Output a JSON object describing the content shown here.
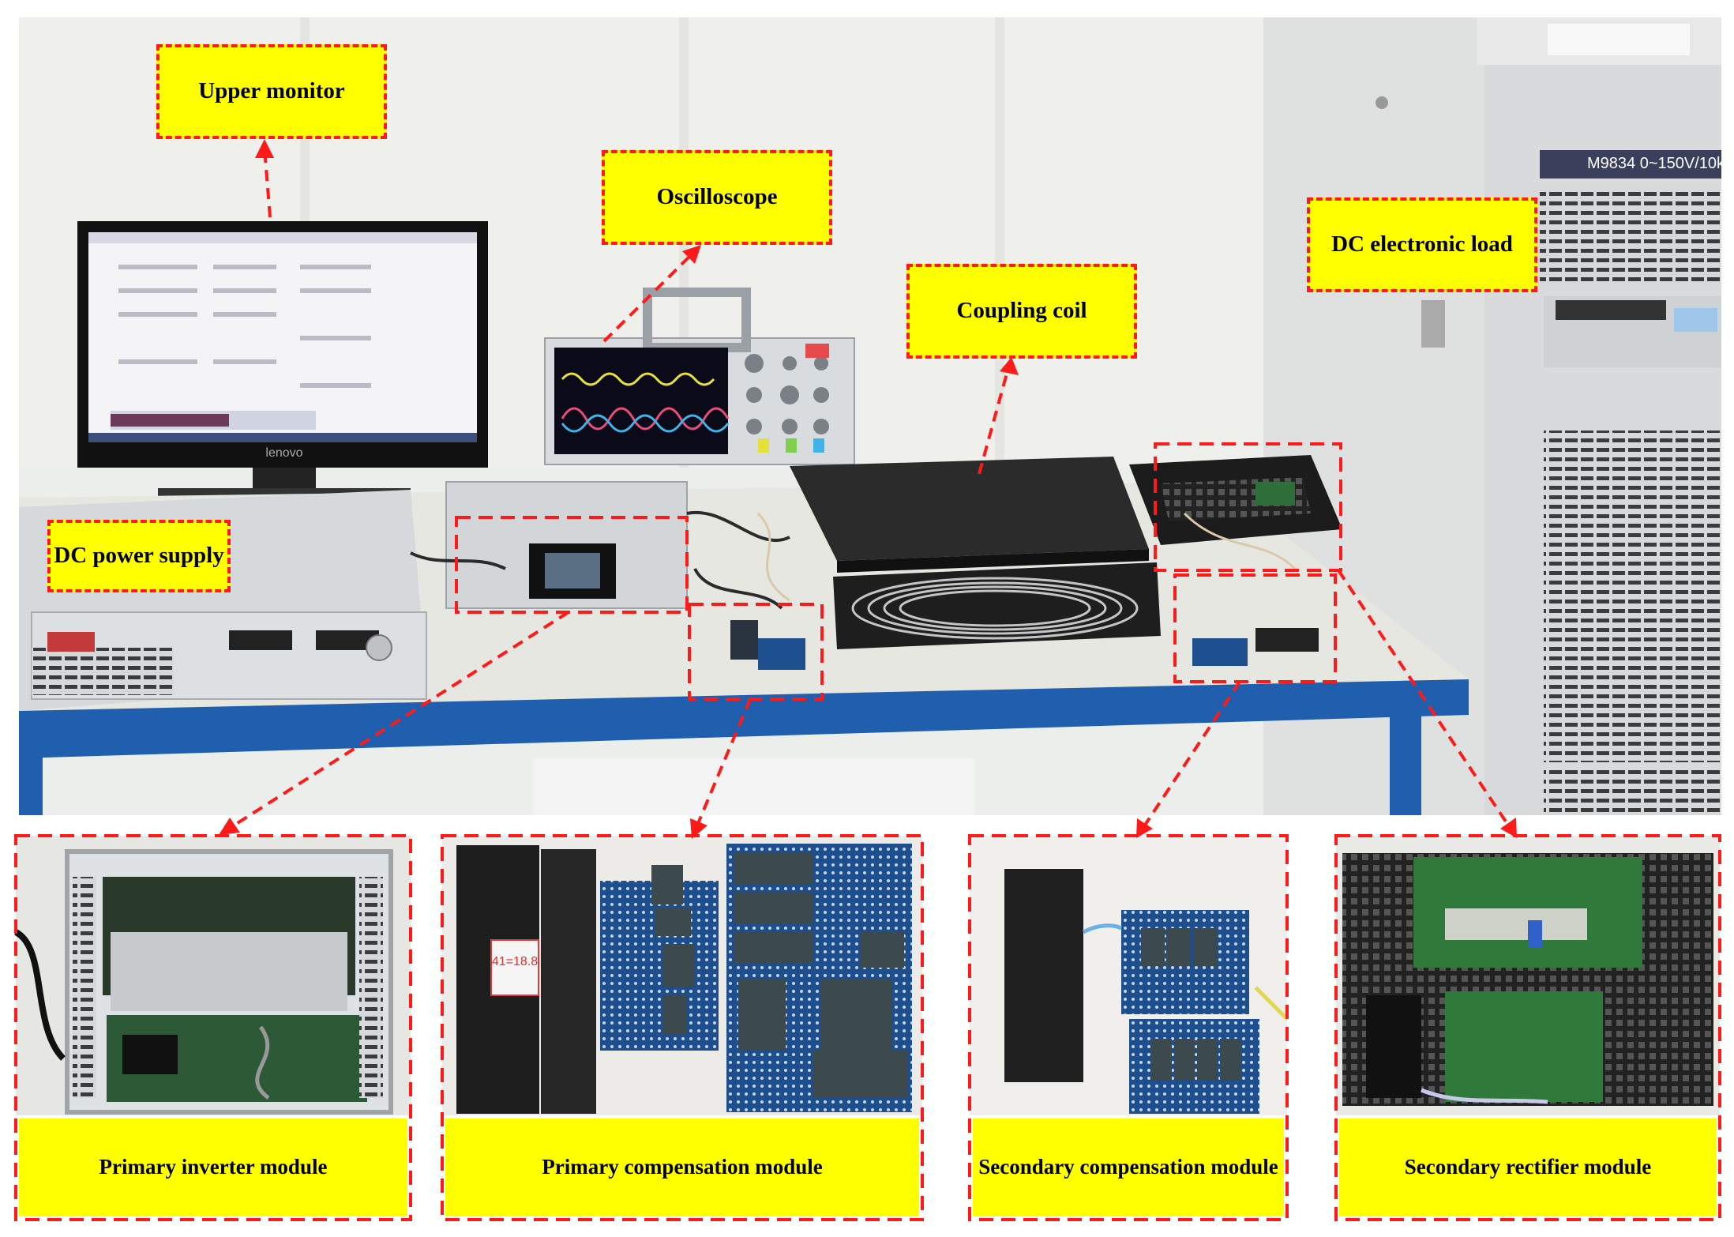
{
  "labels": {
    "upper_monitor": "Upper monitor",
    "oscilloscope": "Oscilloscope",
    "coupling_coil": "Coupling coil",
    "dc_electronic_load": "DC electronic load",
    "dc_power_supply": "DC power supply"
  },
  "insets": {
    "primary_inverter": "Primary inverter module",
    "primary_compensation": "Primary compensation module",
    "secondary_compensation": "Secondary compensation module",
    "secondary_rectifier": "Secondary rectifier module"
  },
  "photo_text": {
    "monitor_brand": "lenovo",
    "load_model": "M9834  0~150V/10k",
    "coil_tag": "41=18.8"
  },
  "colors": {
    "annotation_red": "#ff1a1a",
    "label_yellow": "#ffff00",
    "table_blue": "#1f5fae"
  }
}
